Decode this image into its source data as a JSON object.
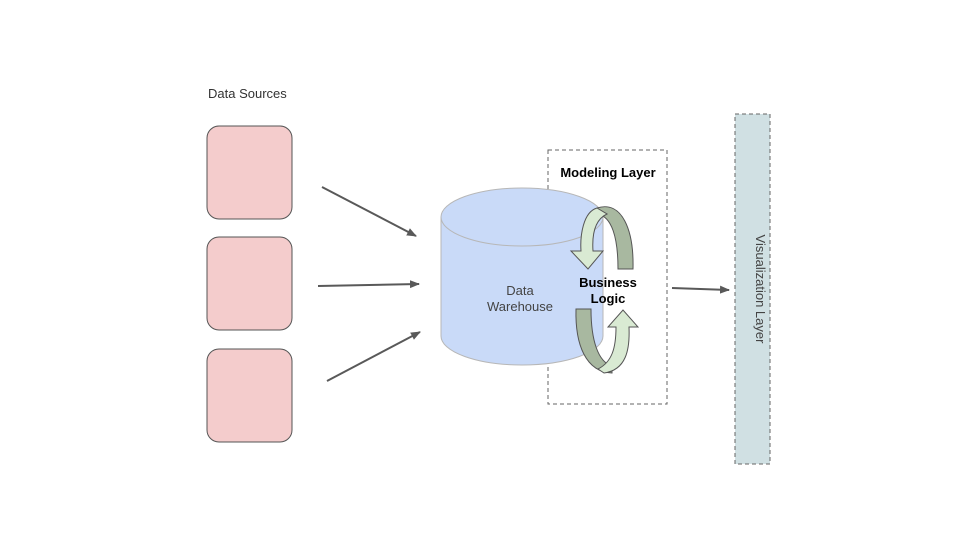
{
  "diagram": {
    "sources_label": "Data Sources",
    "warehouse_label_line1": "Data",
    "warehouse_label_line2": "Warehouse",
    "modeling_label": "Modeling Layer",
    "business_logic_line1": "Business",
    "business_logic_line2": "Logic",
    "visualization_label": "Visualization Layer",
    "colors": {
      "source_fill": "#f4cccc",
      "warehouse_fill": "#c9daf8",
      "visualization_fill": "#d0e0e3",
      "cycle_arrow_light": "#d9ead3",
      "cycle_arrow_dark": "#a8b8a0",
      "arrow_stroke": "#595959"
    }
  }
}
